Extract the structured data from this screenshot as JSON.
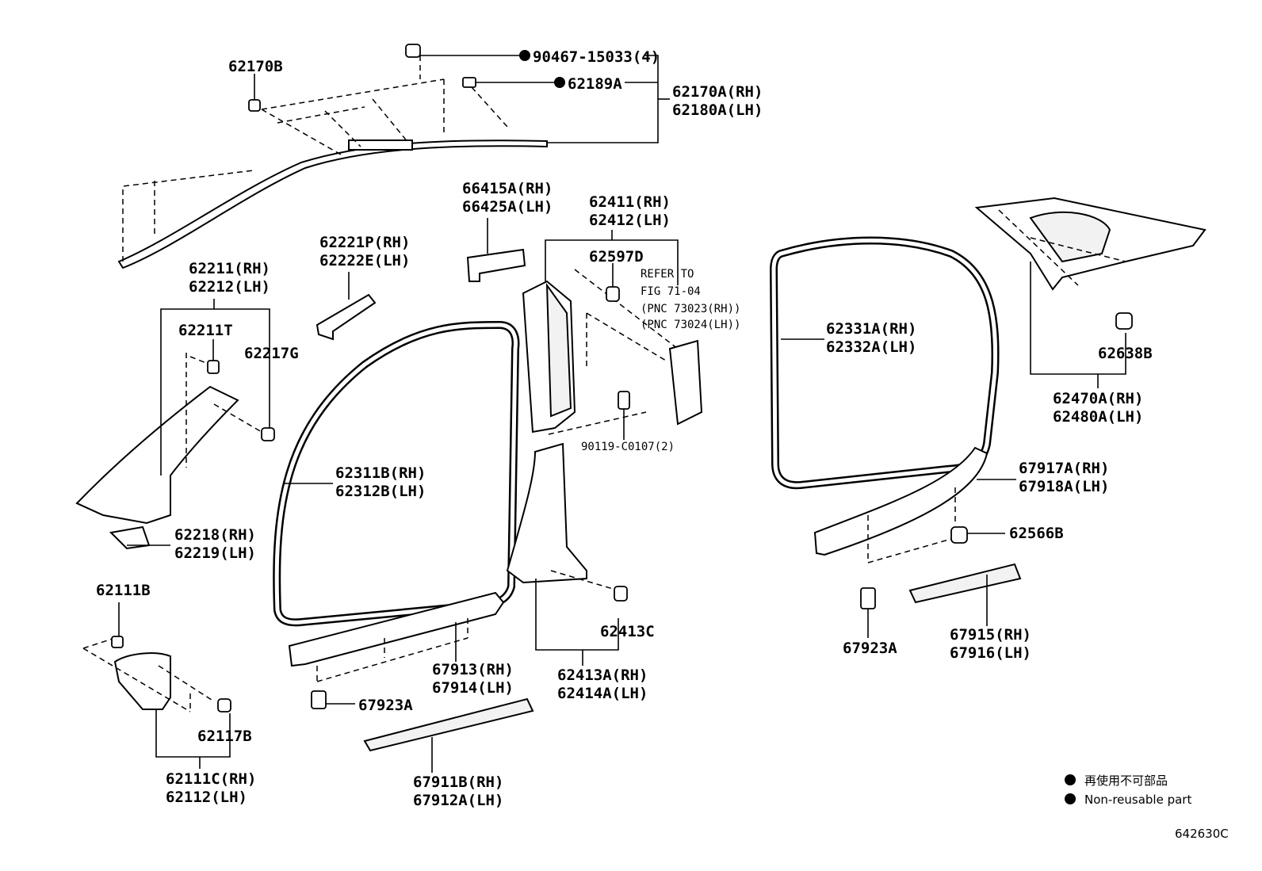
{
  "labels": {
    "p62170B": "62170B",
    "p90467": "90467-15033(4)",
    "p62189A": "62189A",
    "p62170A": "62170A(RH)",
    "p62180A": "62180A(LH)",
    "p66415A": "66415A(RH)",
    "p66425A": "66425A(LH)",
    "p62411": "62411(RH)",
    "p62412": "62412(LH)",
    "p62597D": "62597D",
    "ref1": "REFER TO",
    "ref2": "FIG 71-04",
    "ref3": "(PNC 73023(RH))",
    "ref4": "(PNC 73024(LH))",
    "p62221P": "62221P(RH)",
    "p62222E": "62222E(LH)",
    "p62211": "62211(RH)",
    "p62212": "62212(LH)",
    "p62211T": "62211T",
    "p62217G": "62217G",
    "p62331A": "62331A(RH)",
    "p62332A": "62332A(LH)",
    "p62638B": "62638B",
    "p62470A": "62470A(RH)",
    "p62480A": "62480A(LH)",
    "p90119": "90119-C0107(2)",
    "p62311B": "62311B(RH)",
    "p62312B": "62312B(LH)",
    "p67917A": "67917A(RH)",
    "p67918A": "67918A(LH)",
    "p62218": "62218(RH)",
    "p62219": "62219(LH)",
    "p62566B": "62566B",
    "p62111B": "62111B",
    "p62413C": "62413C",
    "p67915": "67915(RH)",
    "p67916": "67916(LH)",
    "p67923A_r": "67923A",
    "p67913": "67913(RH)",
    "p67914": "67914(LH)",
    "p62413A": "62413A(RH)",
    "p62414A": "62414A(LH)",
    "p67923A_l": "67923A",
    "p62117B": "62117B",
    "p62111C": "62111C(RH)",
    "p62112": "62112(LH)",
    "p67911B": "67911B(RH)",
    "p67912A": "67912A(LH)"
  },
  "legend": {
    "jp": "再使用不可部品",
    "en": "Non-reusable part"
  },
  "diagram_code": "642630C"
}
